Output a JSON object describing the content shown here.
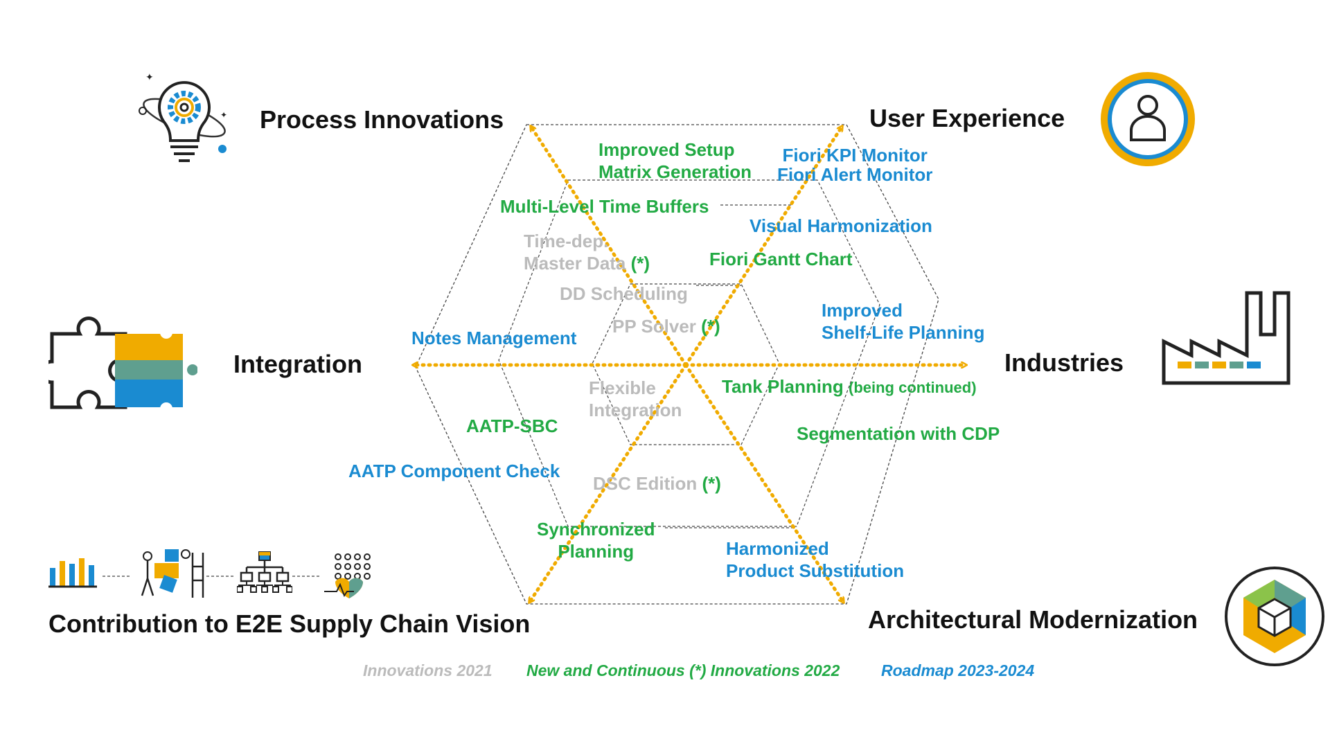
{
  "colors": {
    "accent_gold": "#f0ab00",
    "green": "#22aa44",
    "blue": "#1a8bd1",
    "grey": "#bbbbbb",
    "text": "#111111"
  },
  "headings": {
    "process": "Process Innovations",
    "ux": "User Experience",
    "integration": "Integration",
    "industries": "Industries",
    "e2e": "Contribution to E2E Supply Chain Vision",
    "arch": "Architectural Modernization"
  },
  "items": {
    "setup_matrix": [
      "Improved Setup",
      "Matrix Generation"
    ],
    "fiori_kpi": "Fiori KPI Monitor",
    "fiori_alert": "Fiori Alert Monitor",
    "multi_level": "Multi-Level Time Buffers",
    "visual_harmonization": "Visual Harmonization",
    "time_dep": [
      "Time-dep.",
      "Master Data"
    ],
    "continuous_mark": "(*)",
    "fiori_gantt": "Fiori Gantt Chart",
    "dd_scheduling": "DD Scheduling",
    "shelf_life": [
      "Improved",
      "Shelf-Life Planning"
    ],
    "pp_solver": "PP Solver",
    "notes_mgmt": "Notes Management",
    "tank_planning": "Tank Planning",
    "tank_note": "(being continued)",
    "flexible_integration": [
      "Flexible",
      "Integration"
    ],
    "aatp_sbc": "AATP-SBC",
    "segmentation": "Segmentation with CDP",
    "aatp_component": "AATP Component Check",
    "dsc_edition": "DSC Edition",
    "synchronized": [
      "Synchronized",
      "Planning"
    ],
    "harmonized": [
      "Harmonized",
      "Product Substitution"
    ]
  },
  "legend": {
    "innov_2021": "Innovations 2021",
    "innov_2022": "New and Continuous (*) Innovations 2022",
    "roadmap": "Roadmap 2023-2024"
  },
  "icons": [
    "lightbulb-gear-icon",
    "user-circle-icon",
    "puzzle-icon",
    "factory-icon",
    "cube-hexagon-icon",
    "bar-chart-icon",
    "workers-icon",
    "hierarchy-icon",
    "people-grid-icon"
  ]
}
